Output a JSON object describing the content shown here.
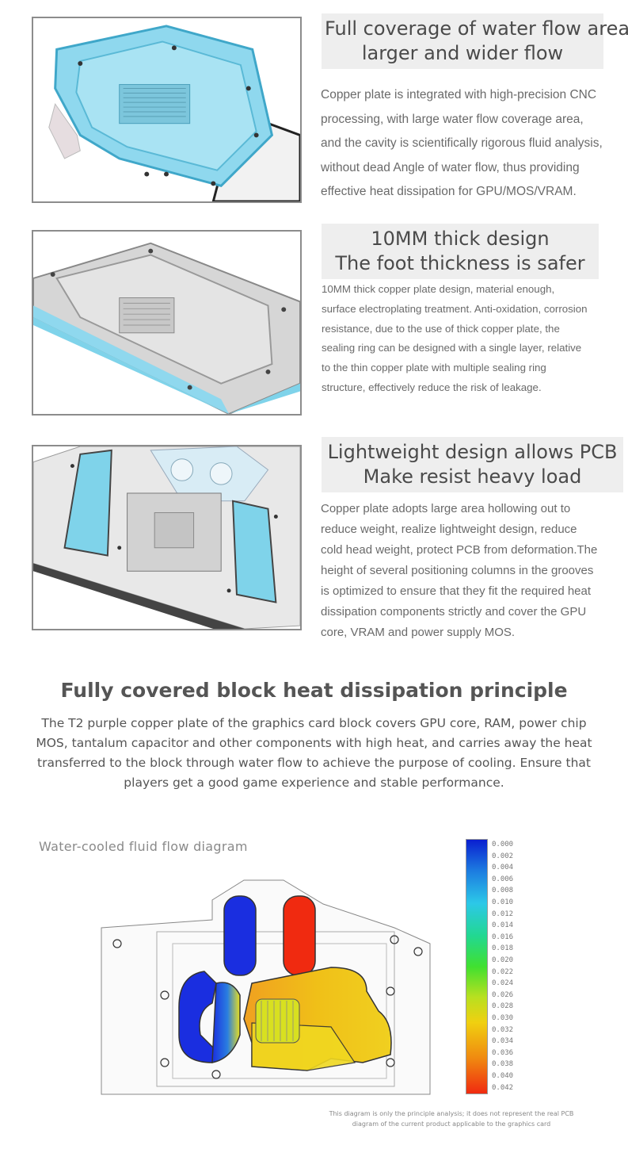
{
  "features": [
    {
      "title_lines": [
        "Full coverage of water flow area",
        "larger and wider flow"
      ],
      "text_lines": [
        "Copper plate is integrated with high-precision CNC",
        "processing, with large water flow coverage area,",
        "and the cavity is scientifically rigorous fluid analysis,",
        "without dead Angle of water flow, thus providing",
        "effective heat dissipation for GPU/MOS/VRAM."
      ]
    },
    {
      "title_lines": [
        "10MM thick design",
        "The foot thickness is safer"
      ],
      "text_lines": [
        "10MM thick copper plate design, material enough,",
        "surface electroplating treatment. Anti-oxidation, corrosion",
        "resistance, due to the use of thick copper plate, the",
        "sealing ring can be designed with a single layer, relative",
        "to the thin copper plate with multiple sealing ring",
        "structure, effectively reduce the risk of leakage."
      ]
    },
    {
      "title_lines": [
        "Lightweight design allows PCB",
        "Make resist heavy load"
      ],
      "text_lines": [
        "Copper plate adopts large area hollowing out to",
        "reduce weight, realize lightweight design, reduce",
        "cold head weight, protect PCB from deformation.The",
        "height of several positioning columns in the grooves",
        "is optimized to ensure that they fit the required heat",
        "dissipation components strictly and cover the GPU",
        "core, VRAM and power supply MOS."
      ]
    }
  ],
  "principle": {
    "title": "Fully covered block heat dissipation principle",
    "text_lines": [
      "The T2 purple copper plate of the graphics card block covers GPU core, RAM, power chip",
      "MOS, tantalum capacitor and other components with high heat, and carries away the heat",
      "transferred to the block through water flow to achieve the purpose of cooling. Ensure that",
      "players get a good game experience and stable performance."
    ]
  },
  "diagram": {
    "title": "Water-cooled fluid flow diagram",
    "legend": [
      "0.000",
      "0.002",
      "0.004",
      "0.006",
      "0.008",
      "0.010",
      "0.012",
      "0.014",
      "0.016",
      "0.018",
      "0.020",
      "0.022",
      "0.024",
      "0.026",
      "0.028",
      "0.030",
      "0.032",
      "0.034",
      "0.036",
      "0.038",
      "0.040",
      "0.042"
    ],
    "disclaimer_lines": [
      "This diagram is only the principle analysis; it does not represent the real PCB",
      "diagram of the current product applicable to the graphics card"
    ]
  },
  "colors": {
    "accent_blue": "#7fd3ea",
    "title_bg": "#eeeeee",
    "heat_blue": "#1a2ee0",
    "heat_red": "#f02a10",
    "heat_yellow": "#f0d010"
  }
}
